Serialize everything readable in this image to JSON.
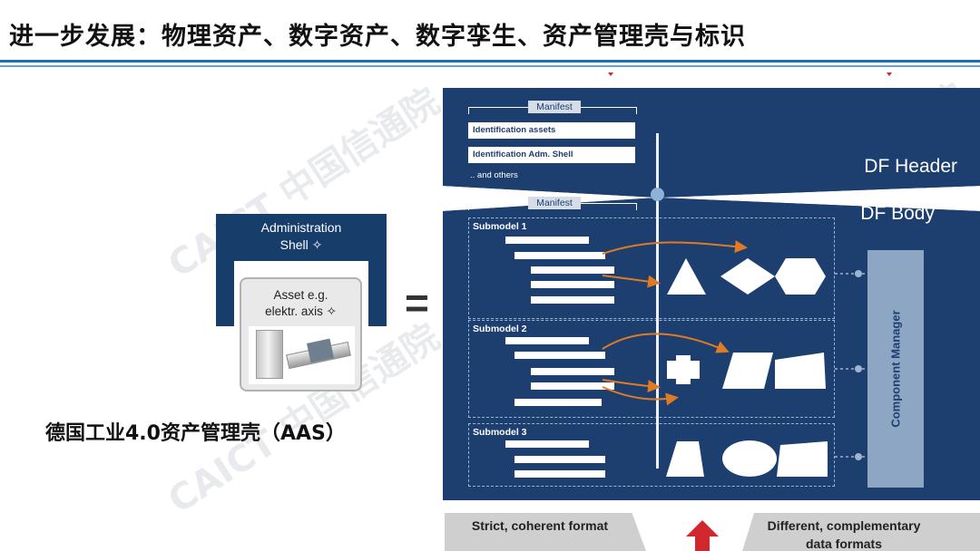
{
  "slide": {
    "title": "进一步发展：物理资产、数字资产、数字孪生、资产管理壳与标识"
  },
  "watermark": {
    "text": "CAICT 中国信通院"
  },
  "aas": {
    "shell_label_line1": "Administration",
    "shell_label_line2": "Shell ✧",
    "asset_line1": "Asset e.g.",
    "asset_line2": "elektr. axis ✧",
    "caption": "德国工业4.0资产管理壳（AAS）",
    "equals": "="
  },
  "diagram": {
    "df_header": "DF  Header",
    "df_body": "DF  Body",
    "manifest_label": "Manifest",
    "identification_assets": "Identification assets",
    "identification_shell": "Identification Adm. Shell",
    "others": ".. and others",
    "submodels": [
      {
        "title": "Submodel 1"
      },
      {
        "title": "Submodel 2"
      },
      {
        "title": "Submodel 3"
      }
    ],
    "component_manager": "Component Manager",
    "bottom_left": "Strict, coherent format",
    "bottom_right": "Different, complementary data formats"
  },
  "colors": {
    "diagram_bg": "#1d3f70",
    "shell": "#173d6b",
    "accent_arrow": "#e07b24",
    "up_arrow": "#d0282e",
    "rule": "#1b6fb8"
  },
  "icons": [
    "triangle-shape",
    "diamond-shape",
    "hexagon-shape",
    "cross-shape",
    "parallelogram-shape",
    "pentagon-shape",
    "trapezoid-shape",
    "circle-shape",
    "quadrilateral-shape",
    "up-arrow"
  ]
}
